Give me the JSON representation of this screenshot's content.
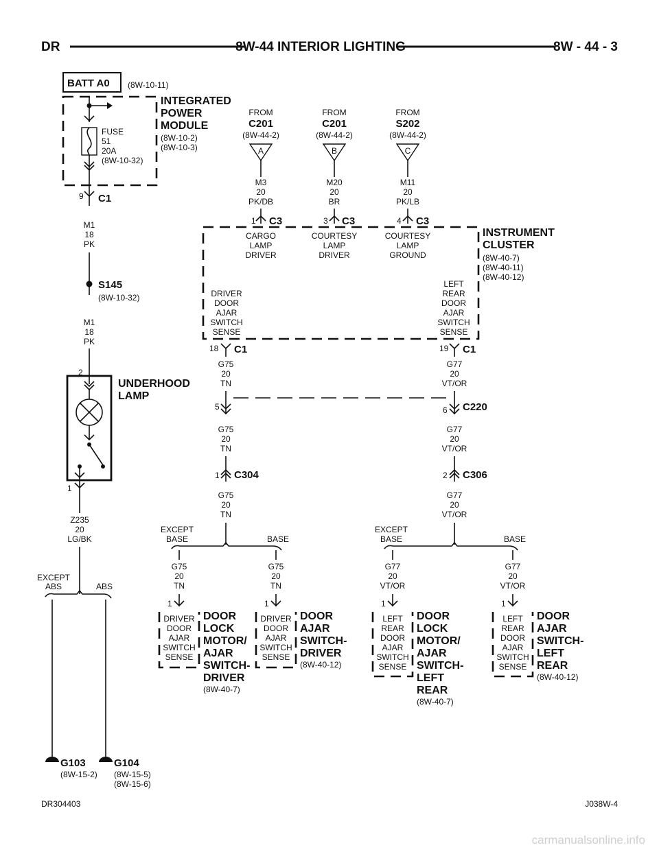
{
  "header": {
    "left": "DR",
    "center": "8W-44 INTERIOR LIGHTING",
    "right": "8W - 44 - 3"
  },
  "batt": {
    "label": "BATT A0",
    "ref": "(8W-10-11)"
  },
  "ipm": {
    "name_lines": [
      "INTEGRATED",
      "POWER",
      "MODULE"
    ],
    "refs": [
      "(8W-10-2)",
      "(8W-10-3)"
    ],
    "fuse_lines": [
      "FUSE",
      "51",
      "20A",
      "(8W-10-32)"
    ],
    "pin": "9",
    "connector": "C1"
  },
  "feeds": [
    {
      "from": "FROM",
      "source": "C201",
      "ref": "(8W-44-2)",
      "letter": "A",
      "wire": [
        "M3",
        "20",
        "PK/DB"
      ],
      "pin": "1",
      "connector": "C3",
      "function": [
        "CARGO",
        "LAMP",
        "DRIVER"
      ]
    },
    {
      "from": "FROM",
      "source": "C201",
      "ref": "(8W-44-2)",
      "letter": "B",
      "wire": [
        "M20",
        "20",
        "BR"
      ],
      "pin": "3",
      "connector": "C3",
      "function": [
        "COURTESY",
        "LAMP",
        "DRIVER"
      ]
    },
    {
      "from": "FROM",
      "source": "S202",
      "ref": "(8W-44-2)",
      "letter": "C",
      "wire": [
        "M11",
        "20",
        "PK/LB"
      ],
      "pin": "4",
      "connector": "C3",
      "function": [
        "COURTESY",
        "LAMP",
        "GROUND"
      ]
    }
  ],
  "cluster": {
    "name_lines": [
      "INSTRUMENT",
      "CLUSTER"
    ],
    "refs": [
      "(8W-40-7)",
      "(8W-40-11)",
      "(8W-40-12)"
    ],
    "left_function": [
      "DRIVER",
      "DOOR",
      "AJAR",
      "SWITCH",
      "SENSE"
    ],
    "right_function": [
      "LEFT",
      "REAR",
      "DOOR",
      "AJAR",
      "SWITCH",
      "SENSE"
    ],
    "left_pin": "18",
    "right_pin": "19",
    "connector": "C1"
  },
  "m1_wire": [
    "M1",
    "18",
    "PK"
  ],
  "splice_s145": {
    "label": "S145",
    "ref": "(8W-10-32)"
  },
  "underhood": {
    "name_lines": [
      "UNDERHOOD",
      "LAMP"
    ],
    "pin_top": "2",
    "pin_bottom": "1"
  },
  "z235_wire": [
    "Z235",
    "20",
    "LG/BK"
  ],
  "abs_branch": {
    "except": [
      "EXCEPT",
      "ABS"
    ],
    "abs": "ABS"
  },
  "grounds": [
    {
      "label": "G103",
      "refs": [
        "(8W-15-2)"
      ]
    },
    {
      "label": "G104",
      "refs": [
        "(8W-15-5)",
        "(8W-15-6)"
      ]
    }
  ],
  "g75_wire": [
    "G75",
    "20",
    "TN"
  ],
  "g77_wire": [
    "G77",
    "20",
    "VT/OR"
  ],
  "c220": {
    "label": "C220",
    "left_pin": "5",
    "right_pin": "6"
  },
  "c304": {
    "label": "C304",
    "pin": "1"
  },
  "c306": {
    "label": "C306",
    "pin": "2"
  },
  "splits": {
    "except": [
      "EXCEPT",
      "BASE"
    ],
    "base": "BASE"
  },
  "components": [
    {
      "pin": "1",
      "box": [
        "DRIVER",
        "DOOR",
        "AJAR",
        "SWITCH",
        "SENSE"
      ],
      "name_lines": [
        "DOOR",
        "LOCK",
        "MOTOR/",
        "AJAR",
        "SWITCH-",
        "DRIVER"
      ],
      "ref": "(8W-40-7)"
    },
    {
      "pin": "1",
      "box": [
        "DRIVER",
        "DOOR",
        "AJAR",
        "SWITCH",
        "SENSE"
      ],
      "name_lines": [
        "DOOR",
        "AJAR",
        "SWITCH-",
        "DRIVER"
      ],
      "ref": "(8W-40-12)"
    },
    {
      "pin": "1",
      "box": [
        "LEFT",
        "REAR",
        "DOOR",
        "AJAR",
        "SWITCH",
        "SENSE"
      ],
      "name_lines": [
        "DOOR",
        "LOCK",
        "MOTOR/",
        "AJAR",
        "SWITCH-",
        "LEFT",
        "REAR"
      ],
      "ref": "(8W-40-7)"
    },
    {
      "pin": "1",
      "box": [
        "LEFT",
        "REAR",
        "DOOR",
        "AJAR",
        "SWITCH",
        "SENSE"
      ],
      "name_lines": [
        "DOOR",
        "AJAR",
        "SWITCH-",
        "LEFT",
        "REAR"
      ],
      "ref": "(8W-40-12)"
    }
  ],
  "footer": {
    "left": "DR304403",
    "right": "J038W-4",
    "watermark": "carmanualsonline.info"
  }
}
